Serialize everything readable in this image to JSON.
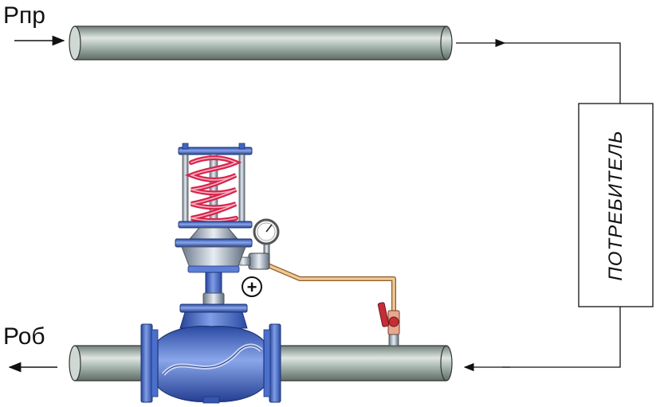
{
  "labels": {
    "supply_pressure": "Рпр",
    "return_pressure": "Роб",
    "consumer": "ПОТРЕБИТЕЛЬ",
    "plus_sign": "+"
  },
  "colors": {
    "pipe": "#9fb0a8",
    "valve_blue": "#3f66c4",
    "spring_red": "#e03050",
    "impulse_tube": "#d8a66a",
    "line": "#111111"
  }
}
